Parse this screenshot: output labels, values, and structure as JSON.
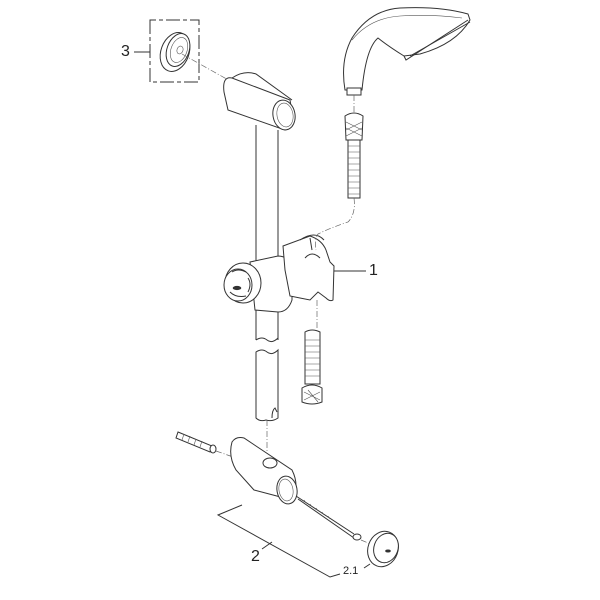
{
  "diagram": {
    "type": "exploded-parts-view",
    "subject": "shower rail set",
    "parts": [
      {
        "id": "1",
        "label": "1",
        "description": "sliding hand-shower holder"
      },
      {
        "id": "2",
        "label": "2",
        "description": "wall bracket with wall plug and screw"
      },
      {
        "id": "2.1",
        "label": "2.1",
        "description": "cover cap"
      },
      {
        "id": "3",
        "label": "3",
        "description": "upper bracket rosette"
      }
    ],
    "unlabeled_components": [
      "hand shower",
      "shower hose",
      "shower rail"
    ]
  },
  "labels": {
    "part_1": "1",
    "part_2": "2",
    "part_2_1": "2.1",
    "part_3": "3"
  },
  "colors": {
    "line": "#333333",
    "background": "#ffffff"
  }
}
